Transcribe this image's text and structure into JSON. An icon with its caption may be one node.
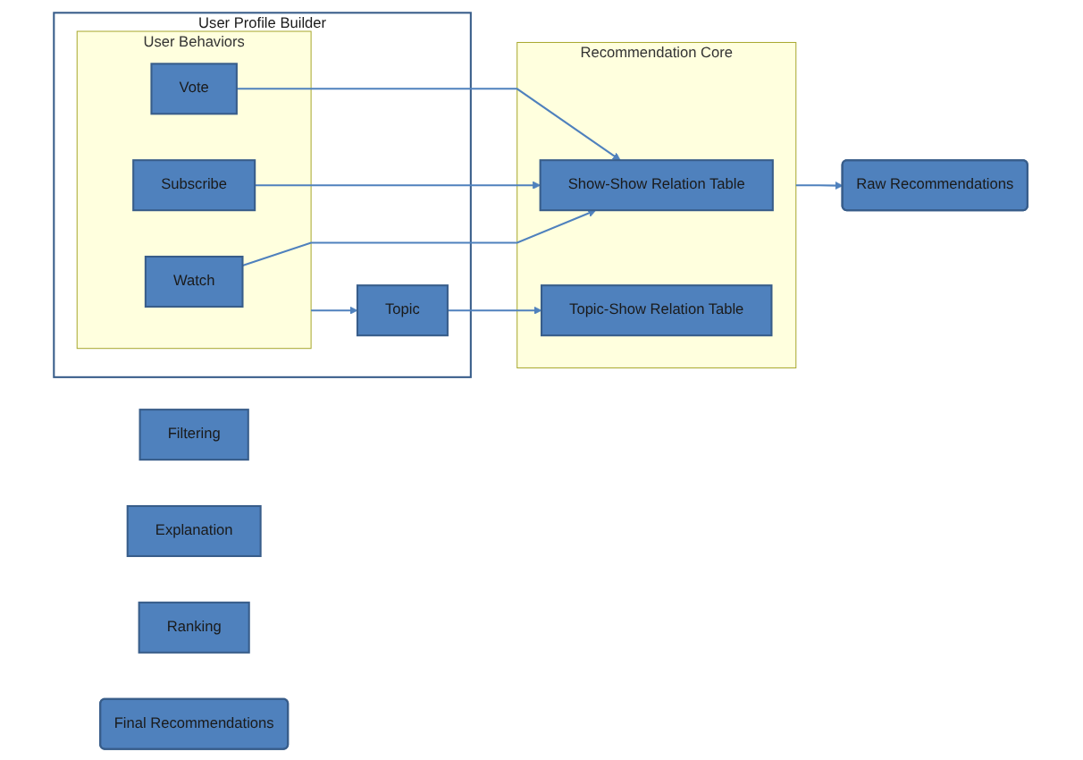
{
  "diagram": {
    "nodes": [
      {
        "text": [
          "User Profile Builder"
        ]
      },
      {
        "text": [
          "User Behaviors"
        ],
        "in": 0
      },
      {
        "text": [
          "Watch"
        ],
        "in": 1
      },
      {
        "text": [
          "Subscribe"
        ],
        "in": 1
      },
      {
        "text": [
          "Vote"
        ],
        "in": 1
      },
      {
        "text": [
          "Topic"
        ],
        "in": 0
      },
      {
        "text": [
          "Recommendation Core"
        ]
      },
      {
        "text": [
          "Show-Show Relation Table"
        ],
        "in": 6
      },
      {
        "text": [
          "Topic-Show Relation Table"
        ],
        "in": 6
      },
      {
        "text": [
          "Raw Recommendations"
        ]
      },
      {
        "text": [
          "Filtering"
        ]
      },
      {
        "text": [
          "Explanation"
        ]
      },
      {
        "text": [
          "Ranking"
        ]
      },
      {
        "text": [
          "Final Recommendations"
        ]
      }
    ],
    "edges": [
      {
        "from": 2,
        "to": 7,
        "arrow": "to"
      },
      {
        "from": 3,
        "to": 7,
        "arrow": "to"
      },
      {
        "from": 4,
        "to": 7,
        "arrow": "to"
      },
      {
        "from": 1,
        "to": 5,
        "arrow": "to"
      },
      {
        "from": 5,
        "to": 8,
        "arrow": "to"
      },
      {
        "from": 6,
        "to": 9,
        "arrow": "to"
      }
    ]
  }
}
